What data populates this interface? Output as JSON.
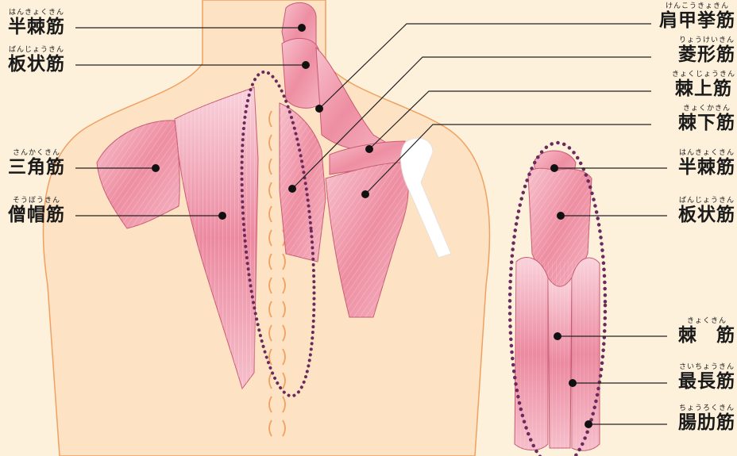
{
  "labels_left": [
    {
      "id": "hankyokukin-left",
      "name": "半棘筋",
      "furigana": "はんきょくきん"
    },
    {
      "id": "banjoukin-left",
      "name": "板状筋",
      "furigana": "ばんじょうきん"
    },
    {
      "id": "sankakukin",
      "name": "三角筋",
      "furigana": "さんかくきん"
    },
    {
      "id": "souboukin",
      "name": "僧帽筋",
      "furigana": "そうぼうきん"
    }
  ],
  "labels_right": [
    {
      "id": "kenkoukyokin",
      "name": "肩甲挙筋",
      "furigana": "けんこうきょきん"
    },
    {
      "id": "ryoukeikin",
      "name": "菱形筋",
      "furigana": "りょうけいきん"
    },
    {
      "id": "kyokujoukin",
      "name": "棘上筋",
      "furigana": "きょくじょうきん"
    },
    {
      "id": "kyokukakin",
      "name": "棘下筋",
      "furigana": "きょくかきん"
    },
    {
      "id": "hankyokukin-right",
      "name": "半棘筋",
      "furigana": "はんきょくきん"
    },
    {
      "id": "banjoukin-right",
      "name": "板状筋",
      "furigana": "ばんじょうきん"
    },
    {
      "id": "kyokukin",
      "name": "棘　筋",
      "furigana": "きょくきん"
    },
    {
      "id": "saichoukin",
      "name": "最長筋",
      "furigana": "さいちょうきん"
    },
    {
      "id": "choumukin",
      "name": "腸肋筋",
      "furigana": "ちょうろくきん"
    }
  ],
  "colors": {
    "background": "#fdf1dc",
    "skin": "#fde3c4",
    "skin_outline": "#f0a060",
    "muscle": "#ee8ea2",
    "muscle_light": "#f9d3dc",
    "muscle_edge": "#c95a74",
    "dotted_outline": "#6b2a5c",
    "spine": "#f0a060",
    "bone": "#ffffff",
    "leader": "#222222"
  }
}
